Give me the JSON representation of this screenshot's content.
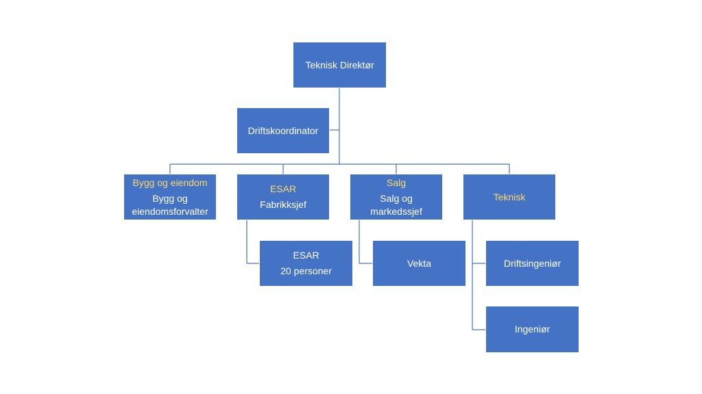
{
  "colors": {
    "box_fill": "#4472c4",
    "highlight_text": "#ffd966",
    "text": "#ffffff",
    "connector": "#4472c4"
  },
  "nodes": {
    "teknisk_direktor": {
      "label": "Teknisk Direktør"
    },
    "driftskoordinator": {
      "label": "Driftskoordinator"
    },
    "bygg": {
      "title": "Bygg og eiendom",
      "line1": "Bygg og",
      "line2": "eiendomsforvalter"
    },
    "esar": {
      "title": "ESAR",
      "line1": "Fabrikksjef"
    },
    "salg": {
      "title": "Salg",
      "line1": "Salg og",
      "line2": "markedssjef"
    },
    "teknisk": {
      "title": "Teknisk"
    },
    "esar_staff": {
      "line1": "ESAR",
      "line2": "20 personer"
    },
    "vekta": {
      "label": "Vekta"
    },
    "driftsingenior": {
      "label": "Driftsingeniør"
    },
    "ingenior": {
      "label": "Ingeniør"
    }
  }
}
